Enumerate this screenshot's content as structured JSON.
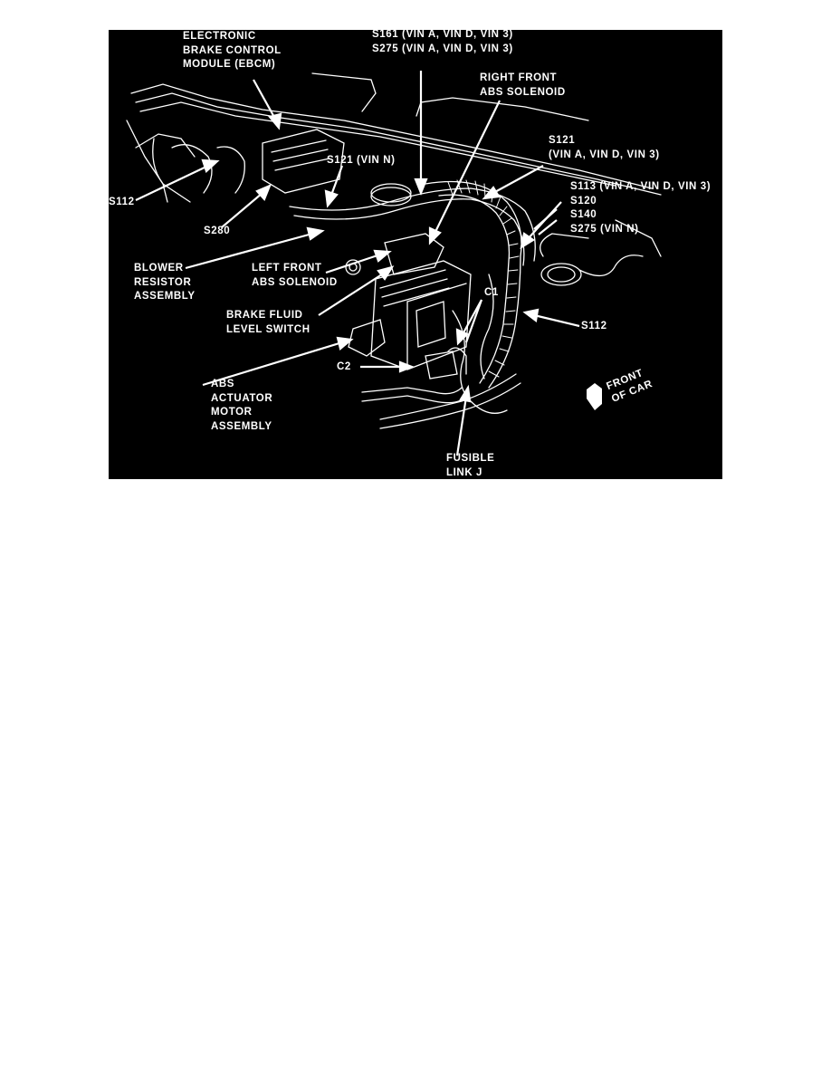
{
  "figure": {
    "background": "#000000",
    "foreground": "#ffffff",
    "callouts": [
      {
        "id": "ebcm",
        "text": "ELECTRONIC\nBRAKE CONTROL\nMODULE (EBCM)"
      },
      {
        "id": "s161-s275",
        "text": "S161 (VIN A, VIN D, VIN 3)\nS275 (VIN A, VIN D, VIN 3)"
      },
      {
        "id": "right-front-abs",
        "text": "RIGHT FRONT\nABS SOLENOID"
      },
      {
        "id": "s121-vin-adn3",
        "text": "S121\n(VIN A, VIN D, VIN 3)"
      },
      {
        "id": "s113-group",
        "text": "S113 (VIN A, VIN D, VIN 3)\nS120\nS140\nS275 (VIN N)"
      },
      {
        "id": "s112-left",
        "text": "S112"
      },
      {
        "id": "s121-vin-n",
        "text": "S121 (VIN N)"
      },
      {
        "id": "s280",
        "text": "S280"
      },
      {
        "id": "blower-resistor",
        "text": "BLOWER\nRESISTOR\nASSEMBLY"
      },
      {
        "id": "left-front-abs",
        "text": "LEFT FRONT\nABS SOLENOID"
      },
      {
        "id": "brake-fluid-switch",
        "text": "BRAKE FLUID\nLEVEL SWITCH"
      },
      {
        "id": "c1",
        "text": "C1"
      },
      {
        "id": "s112-right",
        "text": "S112"
      },
      {
        "id": "c2",
        "text": "C2"
      },
      {
        "id": "abs-actuator",
        "text": "ABS\nACTUATOR\nMOTOR\nASSEMBLY"
      },
      {
        "id": "fusible-link",
        "text": "FUSIBLE\nLINK J"
      },
      {
        "id": "front-of-car",
        "text": "FRONT\nOF CAR"
      }
    ]
  }
}
